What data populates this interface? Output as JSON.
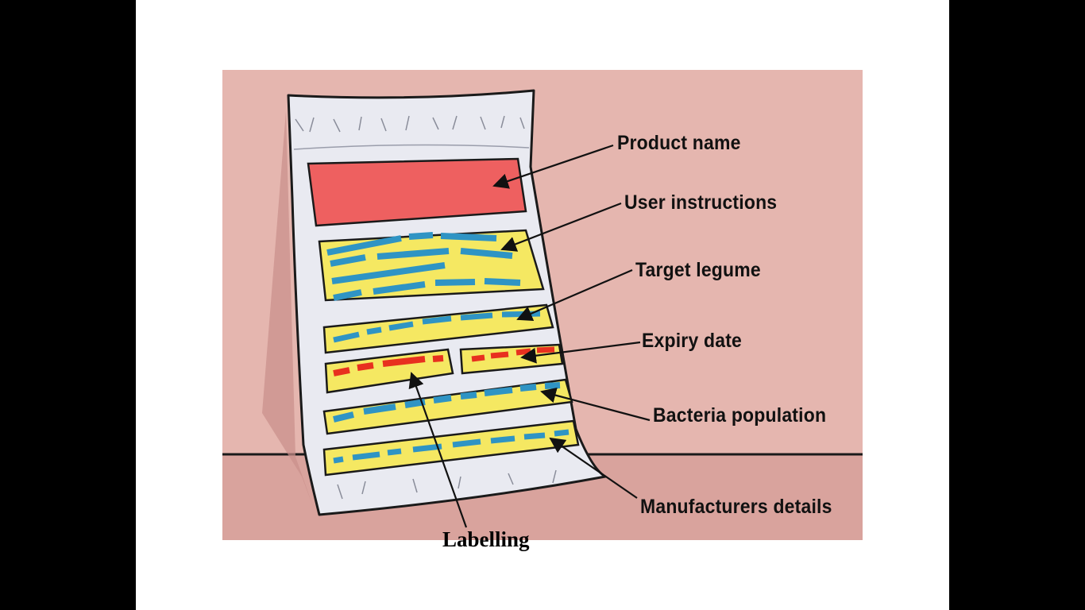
{
  "diagram": {
    "caption": "Labelling",
    "labels": [
      "Product name",
      "User instructions",
      "Target legume",
      "Expiry date",
      "Bacteria population",
      "Manufacturers details"
    ]
  },
  "colors": {
    "background_wall": "#e5b6af",
    "floor": "#d9a39d",
    "packet": "#e9eaf1",
    "product_name_block": "#ee6060",
    "info_blocks": "#f5e862",
    "text_dashes": "#2f94c4",
    "expiry_dashes": "#e8301f",
    "outline": "#1a1a1a"
  }
}
